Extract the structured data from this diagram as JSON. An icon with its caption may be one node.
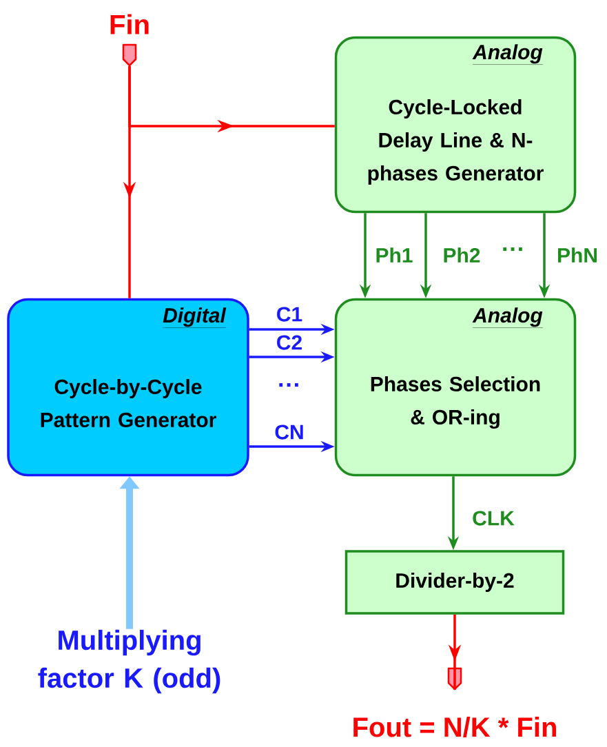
{
  "diagram": {
    "nodes": [
      {
        "text": [
          "Fin"
        ]
      },
      {
        "text": [
          "Analog",
          "Cycle-Locked Delay Line & N-phases Generator"
        ]
      },
      {
        "text": [
          "Digital",
          "Cycle-by-Cycle Pattern Generator"
        ]
      },
      {
        "text": [
          "Analog",
          "Phases Selection & OR-ing"
        ]
      },
      {
        "text": [
          "Divider-by-2"
        ]
      },
      {
        "text": [
          "Multiplying factor K (odd)"
        ]
      },
      {
        "text": [
          "Fout = N/K * Fin"
        ]
      }
    ],
    "edges": [
      {
        "from": 0,
        "to": 1,
        "arrow": "to",
        "color": "#ff0000"
      },
      {
        "from": 0,
        "to": 2,
        "arrow": "to",
        "color": "#ff0000"
      },
      {
        "from": 1,
        "to": 3,
        "arrow": "to",
        "label": "Ph1",
        "color": "#1e8c1e"
      },
      {
        "from": 1,
        "to": 3,
        "arrow": "to",
        "label": "Ph2",
        "color": "#1e8c1e"
      },
      {
        "from": 1,
        "to": 3,
        "arrow": "to",
        "label": "PhN",
        "color": "#1e8c1e"
      },
      {
        "from": 2,
        "to": 3,
        "arrow": "to",
        "label": "C1",
        "color": "#1a1aff"
      },
      {
        "from": 2,
        "to": 3,
        "arrow": "to",
        "label": "C2",
        "color": "#1a1aff"
      },
      {
        "from": 2,
        "to": 3,
        "arrow": "to",
        "label": "CN",
        "color": "#1a1aff"
      },
      {
        "from": 3,
        "to": 4,
        "arrow": "to",
        "label": "CLK",
        "color": "#1e8c1e"
      },
      {
        "from": 4,
        "to": 6,
        "arrow": "to",
        "color": "#ff0000"
      },
      {
        "from": 5,
        "to": 2,
        "arrow": "to",
        "style": "thick",
        "color": "#80c8ff"
      }
    ],
    "labels": [
      "···",
      "···"
    ]
  }
}
